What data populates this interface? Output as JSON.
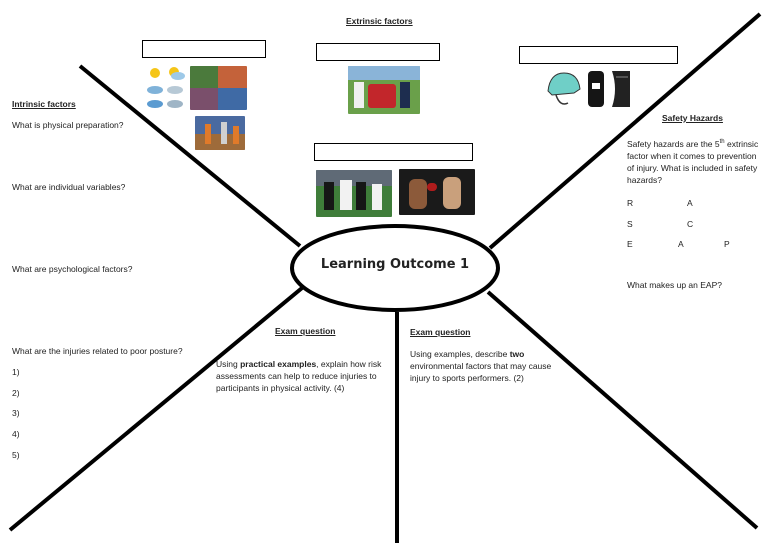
{
  "hub": {
    "title": "Learning Outcome 1"
  },
  "extrinsic": {
    "heading": "Extrinsic factors"
  },
  "intrinsic": {
    "heading": "Intrinsic factors",
    "q1": "What is physical preparation?",
    "q2": "What are individual variables?",
    "q3": "What are psychological factors?"
  },
  "posture": {
    "question": "What are the injuries related to poor posture?",
    "items": [
      "1)",
      "2)",
      "3)",
      "4)",
      "5)"
    ]
  },
  "safety": {
    "heading": "Safety Hazards",
    "line1_pre": "Safety hazards are the 5",
    "line1_sup": "th",
    "rest": "extrinsic factor when it comes to prevention of injury. What is included in safety hazards?",
    "letters_row1": [
      "R",
      "A"
    ],
    "letters_row2": [
      "S",
      "C"
    ],
    "letters_row3": [
      "E",
      "A",
      "P"
    ],
    "eap_question": "What makes up an EAP?"
  },
  "exam_left": {
    "heading": "Exam question",
    "pre": "Using ",
    "bold": "practical examples",
    "post": ", explain how risk assessments can help to reduce injuries to participants in physical activity. (4)"
  },
  "exam_right": {
    "heading": "Exam question",
    "pre": "Using examples, describe ",
    "bold": "two",
    "post": " environmental factors that may cause injury to sports performers. (2)"
  }
}
